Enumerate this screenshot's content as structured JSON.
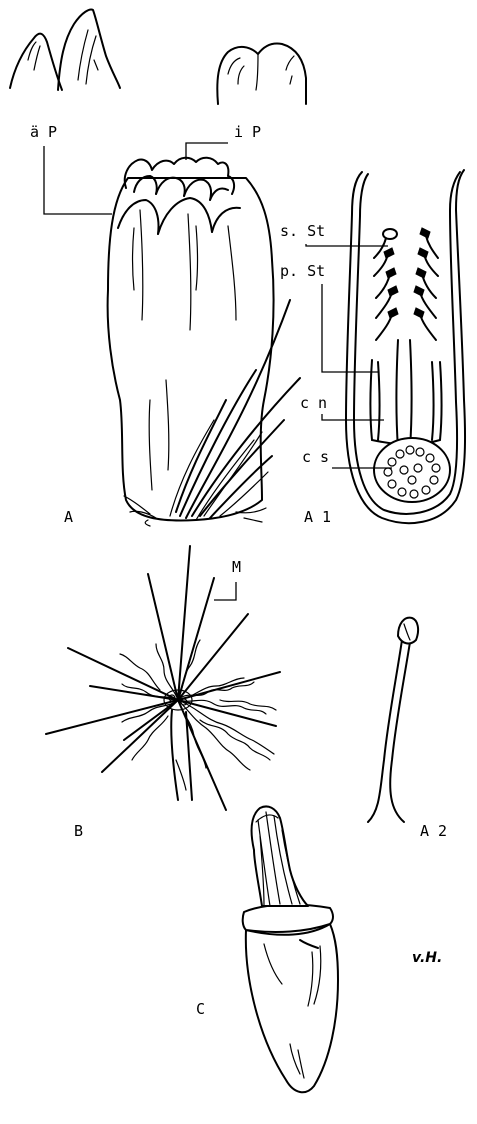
{
  "labels": {
    "aeussere_perigon": "ä P",
    "innere_perigon": "i P",
    "seitliche_staubblaetter": "s. St",
    "paarige_staubblaetter": "p. St",
    "nektarium": "c n",
    "samenanlagen": "c s",
    "fig_a": "A",
    "fig_a1": "A 1",
    "fig_a2": "A 2",
    "fig_b": "B",
    "fig_c": "C",
    "marker_m": "M"
  },
  "signature": "v.H."
}
